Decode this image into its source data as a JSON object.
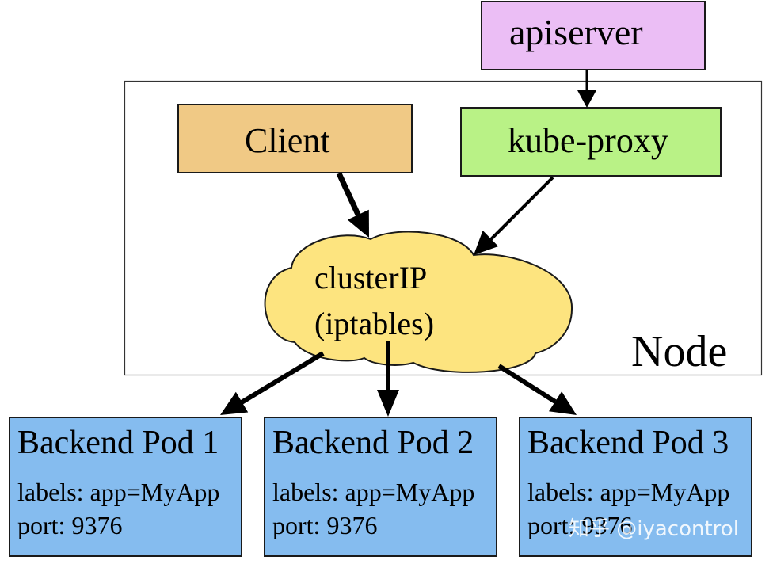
{
  "apiserver": {
    "label": "apiserver",
    "color": "#ebbef5"
  },
  "node": {
    "label": "Node"
  },
  "client": {
    "label": "Client",
    "color": "#f0c985"
  },
  "kube_proxy": {
    "label": "kube-proxy",
    "color": "#b9f286"
  },
  "cluster_ip": {
    "line1": "clusterIP",
    "line2": "(iptables)",
    "color": "#fde47f"
  },
  "pod_color": "#85bcef",
  "pods": [
    {
      "title": "Backend Pod 1",
      "labels": "labels: app=MyApp",
      "port": "port: 9376"
    },
    {
      "title": "Backend Pod 2",
      "labels": "labels: app=MyApp",
      "port": "port: 9376"
    },
    {
      "title": "Backend Pod 3",
      "labels": "labels: app=MyApp",
      "port": "port: 9376"
    }
  ],
  "watermark": {
    "text": "知乎 @iyacontrol"
  }
}
